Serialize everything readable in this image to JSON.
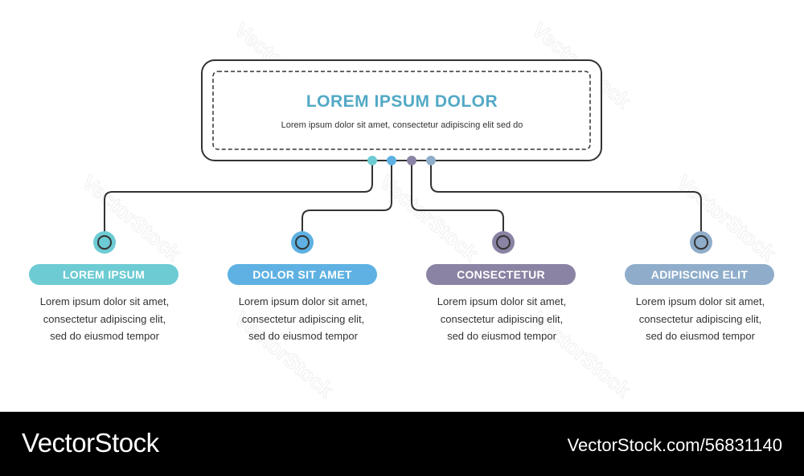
{
  "header": {
    "title": "LOREM IPSUM DOLOR",
    "subtitle": "Lorem ipsum dolor sit amet, consectetur adipiscing elit sed do"
  },
  "items": [
    {
      "label": "LOREM IPSUM",
      "color": "#6dcbd3",
      "lines": [
        "Lorem ipsum dolor sit amet,",
        "consectetur adipiscing elit,",
        "sed do eiusmod tempor"
      ]
    },
    {
      "label": "DOLOR SIT AMET",
      "color": "#5eb1e2",
      "lines": [
        "Lorem ipsum dolor sit amet,",
        "consectetur adipiscing elit,",
        "sed do eiusmod tempor"
      ]
    },
    {
      "label": "CONSECTETUR",
      "color": "#8b83a3",
      "lines": [
        "Lorem ipsum dolor sit amet,",
        "consectetur adipiscing elit,",
        "sed do eiusmod tempor"
      ]
    },
    {
      "label": "ADIPISCING ELIT",
      "color": "#8fadca",
      "lines": [
        "Lorem ipsum dolor sit amet,",
        "consectetur adipiscing elit,",
        "sed do eiusmod tempor"
      ]
    }
  ],
  "footer": {
    "brand": "VectorStock",
    "reference": "VectorStock.com/56831140"
  },
  "watermark": "VectorStock"
}
